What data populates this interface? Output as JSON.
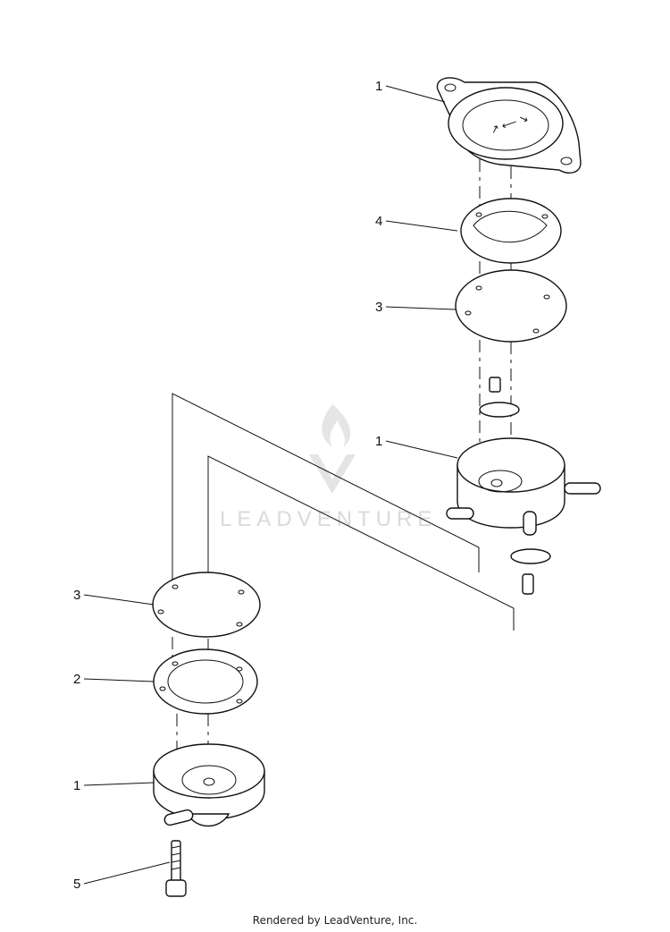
{
  "watermark": {
    "brand": "LEADVENTURE",
    "logo_icon": "flame-v-logo-icon"
  },
  "callouts": [
    "1",
    "4",
    "3",
    "1",
    "3",
    "2",
    "1",
    "5"
  ],
  "footer": "Rendered by LeadVenture, Inc."
}
